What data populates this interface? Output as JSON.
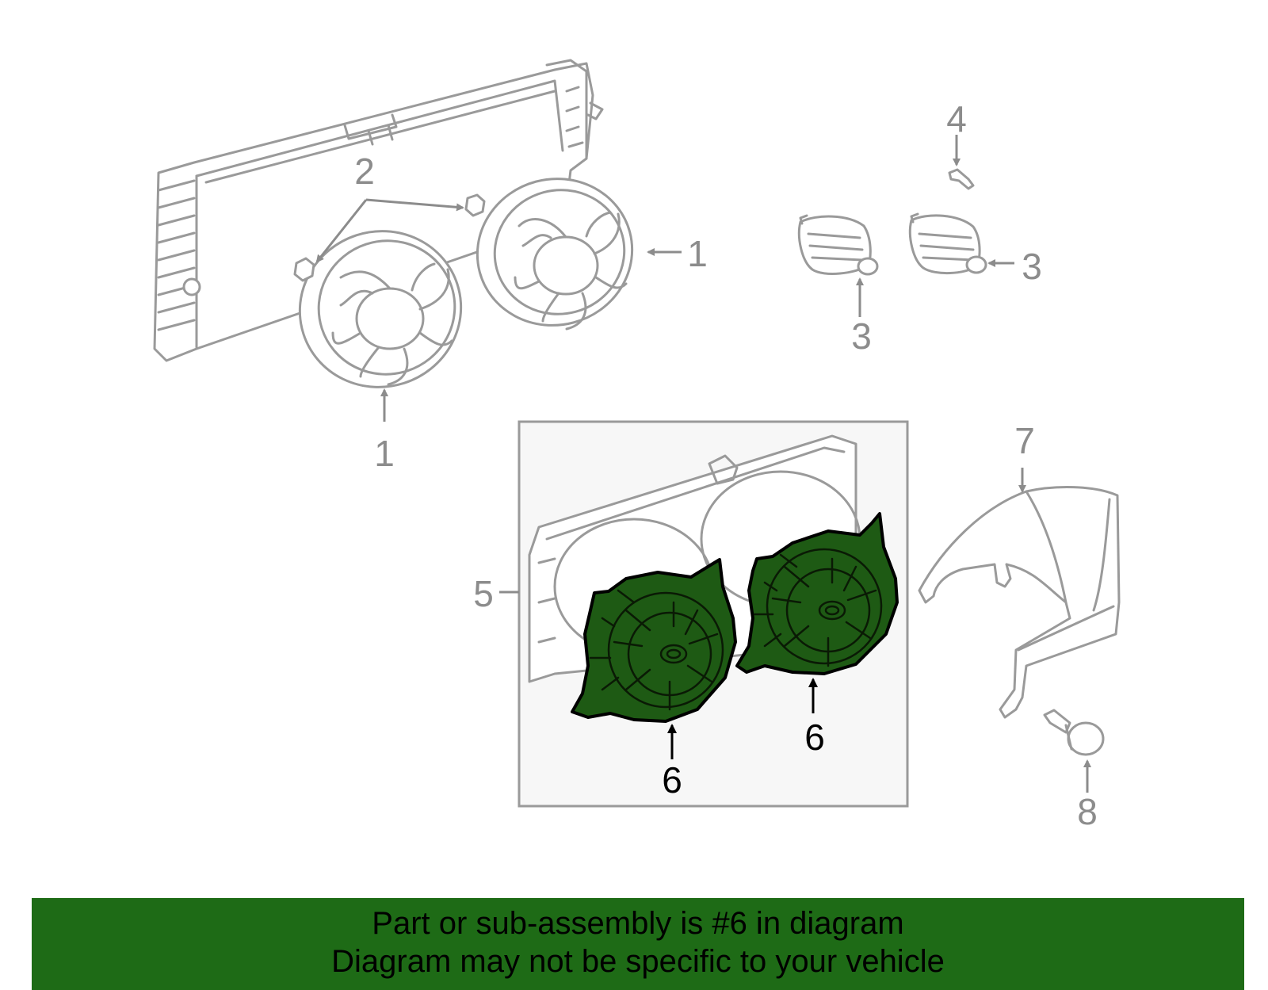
{
  "callouts": {
    "c1_left": "1",
    "c1_right": "1",
    "c2": "2",
    "c3_left": "3",
    "c3_right": "3",
    "c4": "4",
    "c5": "5",
    "c6_left": "6",
    "c6_right": "6",
    "c7": "7",
    "c8": "8"
  },
  "banner": {
    "line1": "Part or sub-assembly is #6 in diagram",
    "line2": "Diagram may not be specific to your vehicle"
  },
  "colors": {
    "highlight_part": "#1e5a14",
    "banner_background": "#1e6b16",
    "line_art": "#9a9a9a",
    "callout_inactive": "#8c8c8c",
    "callout_active": "#000000"
  }
}
